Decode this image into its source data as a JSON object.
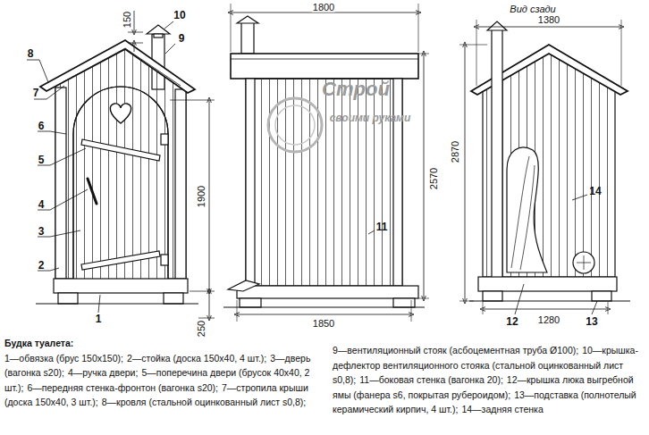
{
  "diagram": {
    "caption": "Будка туалета:",
    "labels": [
      "Вид сзади",
      "1800",
      "1380",
      "150",
      "10",
      "9",
      "8",
      "7",
      "6",
      "5",
      "4",
      "3",
      "2",
      "1",
      "1900",
      "250",
      "2570",
      "11",
      "1850",
      "2870",
      "14",
      "12",
      "1280",
      "13",
      "Строй",
      "своими руками",
      "1—обвязка (брус 150х150);",
      "2—стойка (доска 150х40, 4 шт.);",
      "3—дверь (вагонка s20);",
      "4—ручка двери;",
      "5—поперечина двери (брусок 40х40, 2 шт.);",
      "6—передняя стенка-фронтон (вагонка s20);",
      "7—стропила крыши (доска 150х40, 3 шт.);",
      "8—кровля (стальной оцинкованный лист s0,8);",
      "9—вентиляционный стояк (асбоцементная труба Ø100);",
      "10—крышка-дефлектор вентиляционного стояка (стальной оцинкованный лист s0,8);",
      "11—боковая стенка (вагонка 20);",
      "12—крышка люка выгребной ямы (фанера s6, покрытая рубероидом);",
      "13—подставка (полнотелый керамический кирпич, 4 шт.);",
      "14—задняя стенка"
    ]
  }
}
